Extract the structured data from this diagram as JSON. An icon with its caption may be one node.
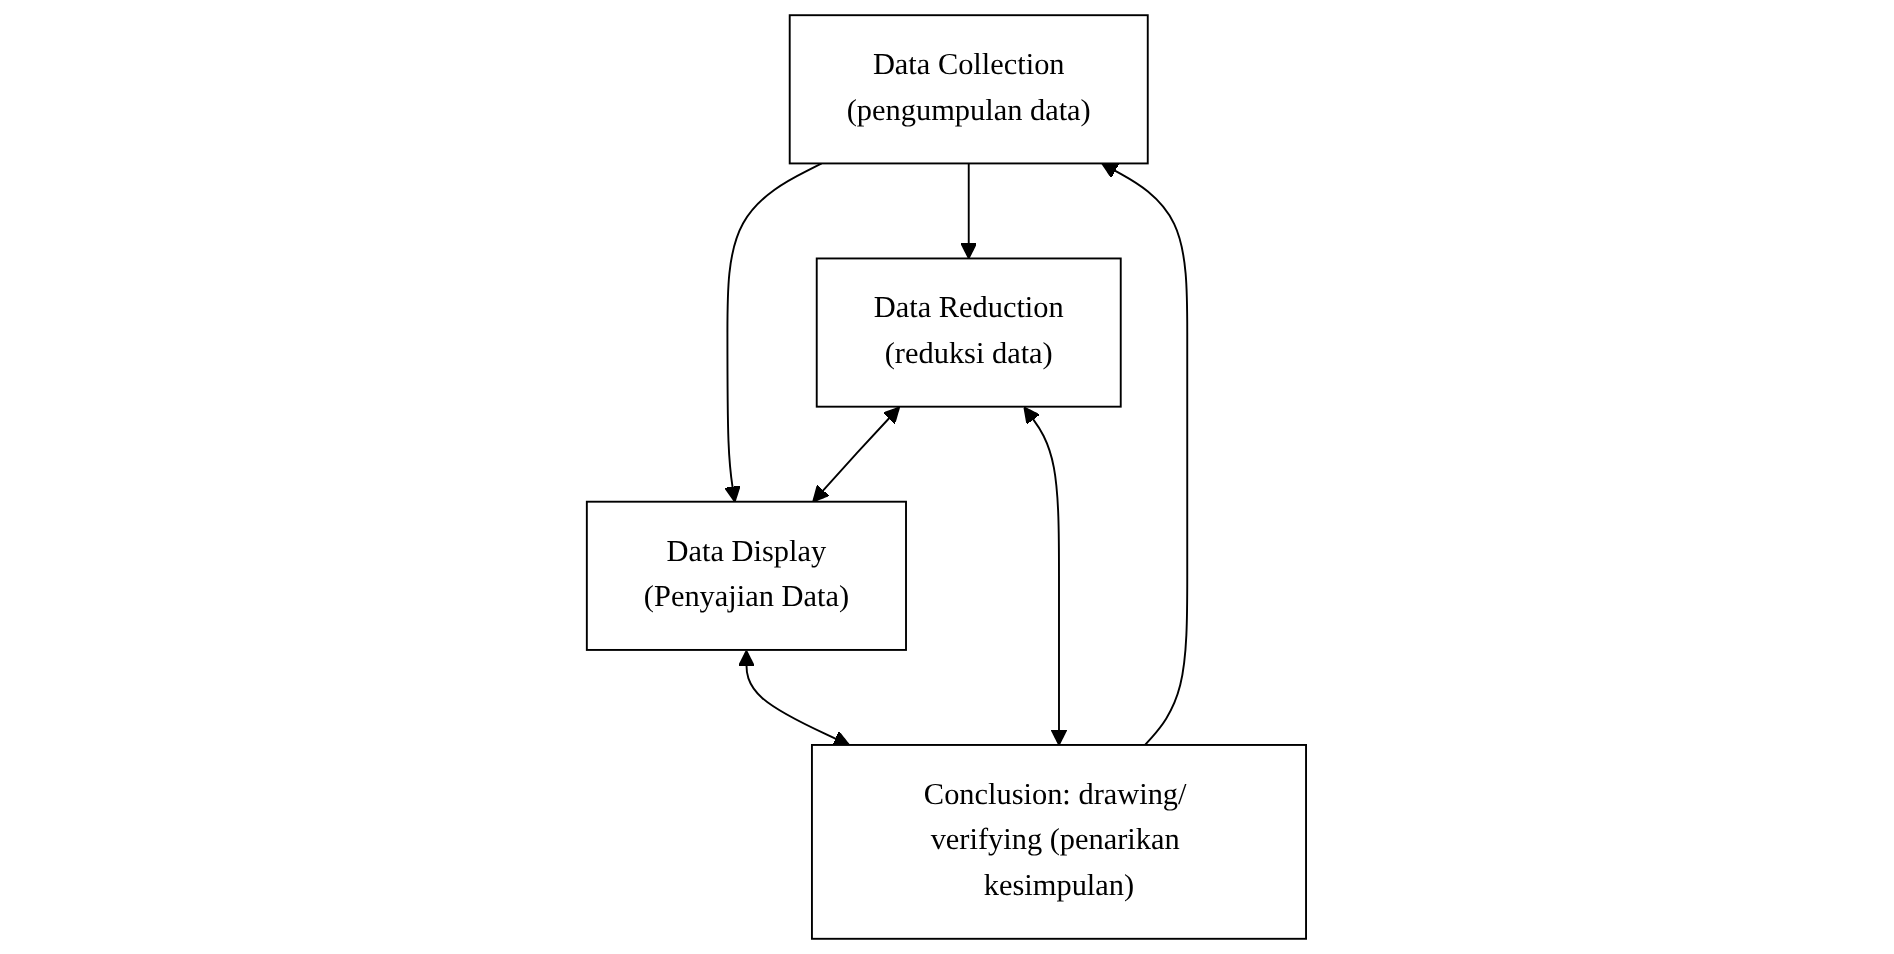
{
  "diagram": {
    "nodes": [
      {
        "text": [
          "Data Collection",
          "(pengumpulan data)"
        ]
      },
      {
        "text": [
          "Data Display",
          "(Penyajian Data)"
        ]
      },
      {
        "text": [
          "Data Reduction",
          "(reduksi data)"
        ]
      },
      {
        "text": [
          "Conclusion: drawing/ verifying (penarikan kesimpulan)"
        ]
      }
    ],
    "edges": [
      {
        "from": 0,
        "to": 1,
        "arrow": "to"
      },
      {
        "from": 0,
        "to": 2,
        "arrow": "to"
      },
      {
        "from": 2,
        "to": 1,
        "arrow": "both"
      },
      {
        "from": 1,
        "to": 3,
        "arrow": "both"
      },
      {
        "from": 2,
        "to": 3,
        "arrow": "both"
      },
      {
        "from": 3,
        "to": 0,
        "arrow": "to"
      }
    ]
  }
}
